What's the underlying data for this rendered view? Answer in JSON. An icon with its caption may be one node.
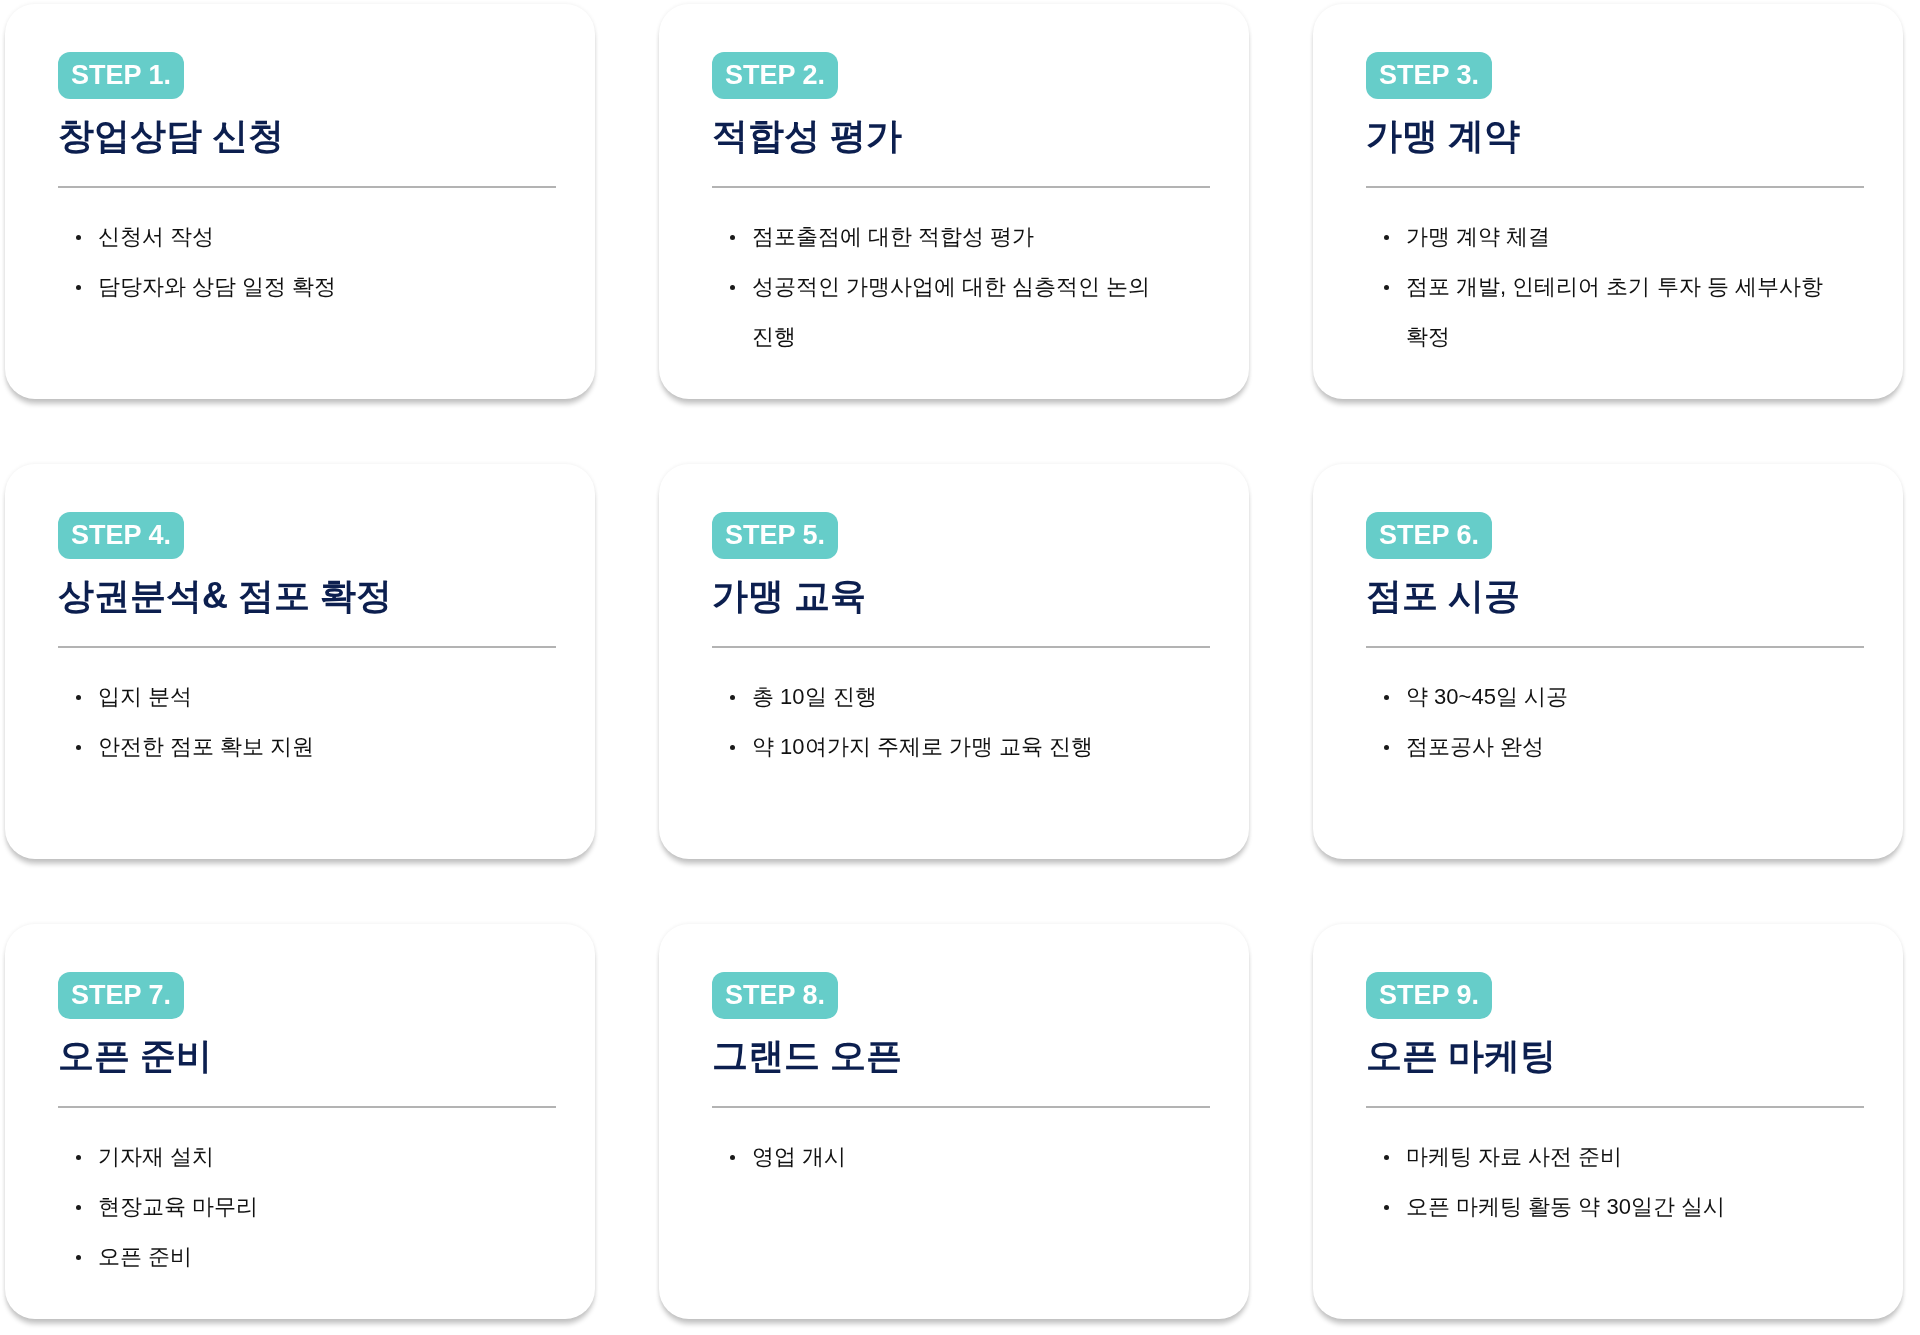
{
  "diagram": {
    "nodes": [
      {
        "text": [
          "창업상담 신청",
          "신청서 작성",
          "담당자와 상담 일정 확정"
        ]
      },
      {
        "text": [
          "STEP 1."
        ],
        "in": 0
      },
      {
        "text": [
          "적합성 평가",
          "점포출점에 대한 적합성 평가",
          "성공적인 가맹사업에 대한 심층적인 논의 진행"
        ]
      },
      {
        "text": [
          "STEP 2."
        ],
        "in": 2
      },
      {
        "text": [
          "가맹 계약",
          "가맹 계약 체결",
          "점포 개발, 인테리어 초기 투자 등 세부사항 확정"
        ]
      },
      {
        "text": [
          "STEP 3."
        ],
        "in": 4
      },
      {
        "text": [
          "상권분석& 점포 확정",
          "입지 분석",
          "안전한 점포 확보 지원"
        ]
      },
      {
        "text": [
          "STEP 4."
        ],
        "in": 6
      },
      {
        "text": [
          "가맹 교육",
          "총 10일 진행",
          "약 10여가지 주제로 가맹 교육 진행"
        ]
      },
      {
        "text": [
          "STEP 5."
        ],
        "in": 8
      },
      {
        "text": [
          "점포 시공",
          "약 30~45일 시공",
          "점포공사 완성"
        ]
      },
      {
        "text": [
          "STEP 6."
        ],
        "in": 10
      },
      {
        "text": [
          "오픈 준비",
          "기자재 설치",
          "현장교육 마무리",
          "오픈 준비"
        ]
      },
      {
        "text": [
          "STEP 7."
        ],
        "in": 12
      },
      {
        "text": [
          "그랜드 오픈",
          "영업 개시"
        ]
      },
      {
        "text": [
          "STEP 8."
        ],
        "in": 14
      },
      {
        "text": [
          "오픈 마케팅",
          "마케팅 자료 사전 준비",
          "오픈 마케팅 활동 약 30일간 실시"
        ]
      },
      {
        "text": [
          "STEP 9."
        ],
        "in": 16
      }
    ]
  }
}
